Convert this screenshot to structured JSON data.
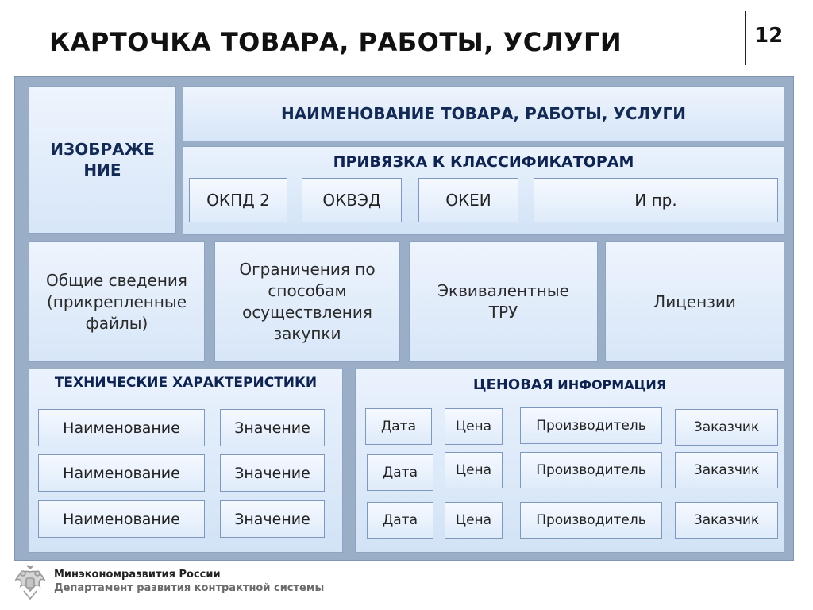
{
  "slide": {
    "title": "КАРТОЧКА ТОВАРА, РАБОТЫ, УСЛУГИ",
    "page_number": "12"
  },
  "card": {
    "image_label_line1": "ИЗОБРАЖЕ",
    "image_label_line2": "НИЕ",
    "name_label": "НАИМЕНОВАНИЕ ТОВАРА, РАБОТЫ, УСЛУГИ",
    "classifiers": {
      "header": "ПРИВЯЗКА К КЛАССИФИКАТОРАМ",
      "items": [
        "ОКПД 2",
        "ОКВЭД",
        "ОКЕИ",
        "И пр."
      ]
    },
    "general_info": [
      "Общие сведения",
      "(прикрепленные",
      "файлы)"
    ],
    "restrictions": [
      "Ограничения по",
      "способам",
      "осуществления",
      "закупки"
    ],
    "equivalents": [
      "Эквивалентные",
      "ТРУ"
    ],
    "licenses": "Лицензии",
    "tech": {
      "header": "ТЕХНИЧЕСКИЕ ХАРАКТЕРИСТИКИ",
      "rows": [
        {
          "name": "Наименование",
          "value": "Значение"
        },
        {
          "name": "Наименование",
          "value": "Значение"
        },
        {
          "name": "Наименование",
          "value": "Значение"
        }
      ]
    },
    "price": {
      "header_part1": "ЦЕНОВАЯ",
      "header_part2": "ИНФОРМАЦИЯ",
      "rows": [
        {
          "date": "Дата",
          "price": "Цена",
          "producer": "Производитель",
          "customer": "Заказчик"
        },
        {
          "date": "Дата",
          "price": "Цена",
          "producer": "Производитель",
          "customer": "Заказчик"
        },
        {
          "date": "Дата",
          "price": "Цена",
          "producer": "Производитель",
          "customer": "Заказчик"
        }
      ]
    }
  },
  "footer": {
    "ministry": "Минэкономразвития России",
    "department": "Департамент развития контрактной системы"
  },
  "colors": {
    "frame": "#9aaec8",
    "box_border": "#8fa4c0",
    "heading_navy": "#132a55"
  },
  "icons": [
    "coat-of-arms-emblem"
  ]
}
